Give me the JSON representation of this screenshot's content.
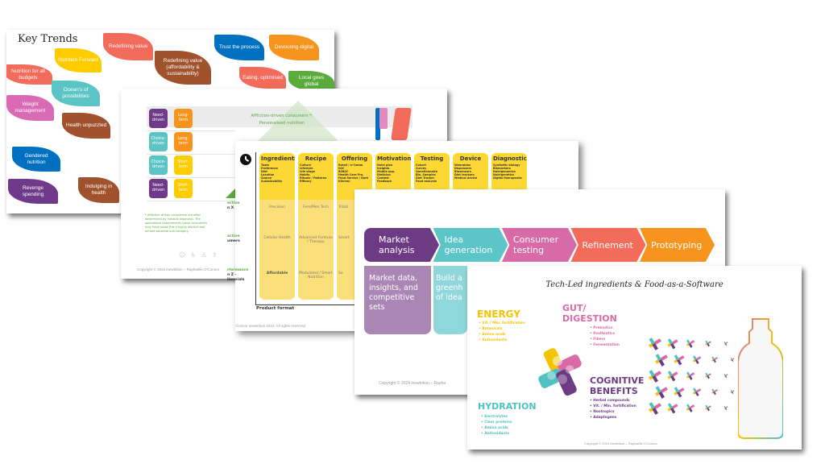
{
  "slide1": {
    "title": "Key Trends",
    "trends": [
      {
        "label": "Nutrition for all budgets",
        "color": "#f26b5b"
      },
      {
        "label": "Nutrition Forward",
        "color": "#ffcc00"
      },
      {
        "label": "Redefining value",
        "color": "#f26b5b"
      },
      {
        "label": "Redefining value (affordability & sustainability)",
        "color": "#a0522d"
      },
      {
        "label": "Trust the process",
        "color": "#0070c0"
      },
      {
        "label": "Devouring digital",
        "color": "#f7941d"
      },
      {
        "label": "Ocean's of possibilities",
        "color": "#5bc5c5"
      },
      {
        "label": "Weight management",
        "color": "#d96bb5"
      },
      {
        "label": "Health unpuzzled",
        "color": "#a0522d"
      },
      {
        "label": "Gendered nutrition",
        "color": "#0070c0"
      },
      {
        "label": "Revenge spending",
        "color": "#6f3a8a"
      },
      {
        "label": "Indulging in health",
        "color": "#a0522d"
      },
      {
        "label": "Eating, optimised",
        "color": "#f26b5b"
      },
      {
        "label": "Local goes global",
        "color": "#5aaa3c"
      }
    ]
  },
  "slide2": {
    "rows": [
      {
        "driver": "Need-driven",
        "term": "Long-term",
        "driver_color": "#6f3a8a",
        "term_color": "#f7941d"
      },
      {
        "driver": "Choice-driven",
        "term": "Long-term",
        "driver_color": "#5bc5c5",
        "term_color": "#f7941d"
      },
      {
        "driver": "Choice-driven",
        "term": "Short-term",
        "driver_color": "#5bc5c5",
        "term_color": "#ffcc00"
      },
      {
        "driver": "Need-driven",
        "term": "Short-term",
        "driver_color": "#6f3a8a",
        "term_color": "#ffcc00"
      }
    ],
    "pyramid_label_1": "Affliction-driven consumers *:",
    "pyramid_label_2": "Personalised nutrition",
    "footnote": "* Affliction driven consumers are often determined by medical diagnosis. The specialised requirements these consumers may have make this a highly distinct and almost separate sub-category.",
    "copyright": "Copyright © 2024 inewtrition – Raphaëlle O'Connor"
  },
  "slide3": {
    "side_labels": [
      {
        "green": "ective",
        "black": "n X"
      },
      {
        "green": "active",
        "black": "umers"
      },
      {
        "green": "rformance",
        "black": "n Z - llennials"
      }
    ],
    "columns": [
      {
        "title": "Ingredients",
        "items": [
          "Taste",
          "Preference",
          "Diet",
          "Location",
          "Source",
          "Sustainability"
        ],
        "cells": [
          "Precision",
          "Cellular Health",
          "Affordable"
        ]
      },
      {
        "title": "Recipe",
        "items": [
          "Culture",
          "Lifestyle",
          "Life stage",
          "Habits",
          "Rituals / Patterns",
          "Efficacy"
        ],
        "cells": [
          "Fem/Men Tech",
          "Advanced Formula / Therapy",
          "Modulated / Smart Nutrition"
        ]
      },
      {
        "title": "Offering",
        "items": [
          "Retail / e-Comm",
          "D2C",
          "B2B2C",
          "Health Care Pro.",
          "Food Service / Dark Kitchen"
        ],
        "cells": [
          "Tribal",
          "Smart",
          "Se"
        ]
      },
      {
        "title": "Motivation",
        "items": [
          "Nutri plan",
          "Insights",
          "Mobile app.",
          "Dietician",
          "Contest",
          "Feedback"
        ],
        "cells": [
          "",
          "",
          ""
        ]
      },
      {
        "title": "Testing",
        "items": [
          "Cohort",
          "Survey",
          "Questionnaire",
          "Bio. Samples",
          "Diet Tracker",
          "Food analysis"
        ],
        "cells": [
          "",
          "",
          ""
        ]
      },
      {
        "title": "Device",
        "items": [
          "Wearables",
          "Dispensers",
          "Biosensors",
          "Diet trackers",
          "Medical device"
        ],
        "cells": [
          "",
          "",
          ""
        ]
      },
      {
        "title": "Diagnostic",
        "items": [
          "Synthetic biology",
          "Biomarkers",
          "Nutrigenomics",
          "Nutrigenetics",
          "Digital therapeutic"
        ],
        "cells": [
          "",
          "",
          ""
        ]
      }
    ],
    "x_axis_label": "Product format",
    "copyright": "'Connor inewtrition 2023. All rights reserved."
  },
  "slide4": {
    "steps": [
      {
        "label": "Market analysis",
        "color": "#6d3a84"
      },
      {
        "label": "Idea generation",
        "color": "#5bc5c7"
      },
      {
        "label": "Consumer testing",
        "color": "#d96aa8"
      },
      {
        "label": "Refinement",
        "color": "#f26b5b"
      },
      {
        "label": "Prototyping",
        "color": "#f7941d"
      }
    ],
    "descriptions": [
      {
        "text": "Market data, insights, and competitive sets",
        "color": "#a986b3"
      },
      {
        "text": "Build a greenh of idea",
        "color": "#8fd7da"
      }
    ],
    "copyright": "Copyright © 2024 inewtrition – Rapha"
  },
  "slide5": {
    "title": "Tech-Led ingredients & Food-as-a-Software",
    "categories": [
      {
        "name": "ENERGY",
        "color": "#f5c400",
        "items": [
          "Vit. / Min. fortification",
          "Botanicals",
          "Amino acids",
          "Antioxidants"
        ]
      },
      {
        "name": "GUT/ DIGESTION",
        "color": "#d96aa8",
        "items": [
          "Prebiotics",
          "Postbiotics",
          "Fibers",
          "Fermentation"
        ]
      },
      {
        "name": "COGNITIVE BENEFITS",
        "color": "#6d3a84",
        "items": [
          "Herbal compounds",
          "Vit. / Min. fortification",
          "Nootropics",
          "Adaptogens"
        ]
      },
      {
        "name": "HYDRATION",
        "color": "#4fc1c3",
        "items": [
          "Electrolytes",
          "Clear proteins",
          "Amino acids",
          "Antioxidants"
        ]
      }
    ],
    "copyright": "Copyright © 2024 inewtrition – Raphaëlle O'Connor"
  }
}
